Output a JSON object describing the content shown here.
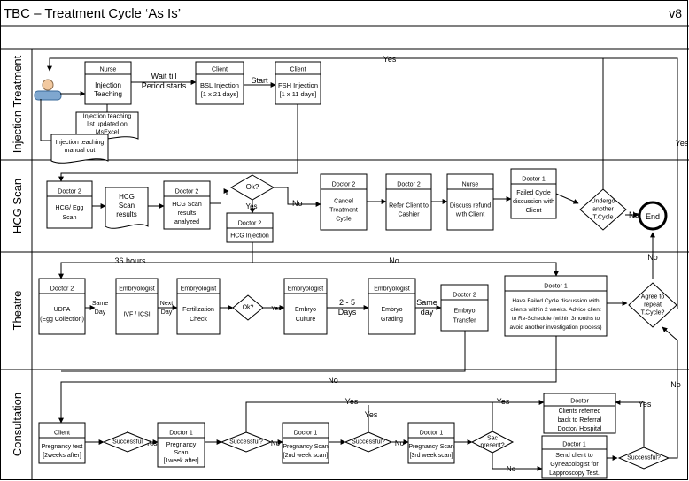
{
  "title": "TBC – Treatment Cycle ‘As Is’",
  "version": "v8",
  "lanes": [
    "Injection Treatment",
    "HCG Scan",
    "Theatre",
    "Consultation"
  ],
  "nodes": {
    "nurse_inj": {
      "role": "Nurse",
      "lines": [
        "Injection",
        "Teaching"
      ]
    },
    "client_bsl": {
      "role": "Client",
      "lines": [
        "BSL Injection",
        "[1 x 21 days]"
      ]
    },
    "client_fsh": {
      "role": "Client",
      "lines": [
        "FSH Injection",
        "[1 x 11 days]"
      ]
    },
    "doc_list": {
      "lines": [
        "Injection teaching",
        "list updated on",
        "MsExcel"
      ]
    },
    "doc_manual": {
      "lines": [
        "Injection teaching",
        "manual out"
      ]
    },
    "d2_hcg_egg": {
      "role": "Doctor 2",
      "lines": [
        "HCG/ Egg",
        "Scan"
      ]
    },
    "doc_hcg_results": {
      "lines": [
        "HCG",
        "Scan",
        "results"
      ]
    },
    "d2_analyzed": {
      "role": "Doctor 2",
      "lines": [
        "HCG Scan",
        "results",
        "analyzed"
      ]
    },
    "dec_ok1": {
      "lines": [
        "Ok?"
      ]
    },
    "d2_hcg_inj": {
      "role": "Doctor 2",
      "lines": [
        "HCG Injection"
      ]
    },
    "d2_cancel": {
      "role": "Doctor 2",
      "lines": [
        "Cancel",
        "Treatment",
        "Cycle"
      ]
    },
    "d2_refer": {
      "role": "Doctor 2",
      "lines": [
        "Refer Client to",
        "Cashier"
      ]
    },
    "nurse_refund": {
      "role": "Nurse",
      "lines": [
        "Discuss refund",
        "with Client"
      ]
    },
    "d1_failed": {
      "role": "Doctor 1",
      "lines": [
        "Failed Cycle",
        "discussion with",
        "Client"
      ]
    },
    "dec_undergo": {
      "lines": [
        "Undergo",
        "another",
        "T.Cycle"
      ]
    },
    "end": {
      "lines": [
        "End"
      ]
    },
    "d2_udfa": {
      "role": "Doctor 2",
      "lines": [
        "UDFA",
        "(Egg Collection)"
      ]
    },
    "emb_ivf": {
      "role": "Embryologist",
      "lines": [
        "IVF /  ICSI"
      ]
    },
    "emb_fert": {
      "role": "Embryologist",
      "lines": [
        "Fertilization",
        "Check"
      ]
    },
    "dec_ok2": {
      "lines": [
        "Ok?"
      ]
    },
    "emb_culture": {
      "role": "Embryologist",
      "lines": [
        "Embryo",
        "Culture"
      ]
    },
    "emb_grading": {
      "role": "Embryologist",
      "lines": [
        "Embryo",
        "Grading"
      ]
    },
    "d2_transfer": {
      "role": "Doctor 2",
      "lines": [
        "Embryo",
        "Transfer"
      ]
    },
    "d1_failed2": {
      "role": "Doctor 1",
      "lines": [
        "Have Failed Cycle discussion with",
        "clients within 2 weeks. Advice client",
        "to Re-Schedule (within 3months to",
        "avoid another investigation process)"
      ]
    },
    "dec_agree": {
      "lines": [
        "Agree to",
        "repeat",
        "T.Cycle?"
      ]
    },
    "client_preg": {
      "role": "Client",
      "lines": [
        "Pregnancy test",
        "[2weeks after]"
      ]
    },
    "dec_succ1": {
      "lines": [
        "Successful"
      ]
    },
    "d1_scan1": {
      "role": "Doctor 1",
      "lines": [
        "Pregnancy",
        "Scan",
        "[1week after]"
      ]
    },
    "dec_succ2": {
      "lines": [
        "Successful?"
      ]
    },
    "d1_scan2": {
      "role": "Doctor 1",
      "lines": [
        "Pregnancy Scan",
        "[2nd week scan]"
      ]
    },
    "dec_succ3": {
      "lines": [
        "Successful?"
      ]
    },
    "d1_scan3": {
      "role": "Doctor 1",
      "lines": [
        "Pregnancy Scan",
        "[3rd week scan]"
      ]
    },
    "dec_sac": {
      "lines": [
        "Sac",
        "present?"
      ]
    },
    "doctor_ref": {
      "role": "Doctor",
      "lines": [
        "Clients referred",
        "back to Referral",
        "Doctor/ Hospital"
      ]
    },
    "d1_gyn": {
      "role": "Doctor 1",
      "lines": [
        "Send client to",
        "Gyneacologist for",
        "Lapproscopy Test."
      ]
    },
    "dec_succ4": {
      "lines": [
        "Successful?"
      ]
    }
  },
  "edge_labels": {
    "yes_top": "Yes",
    "yes_right": "Yes",
    "wait": [
      "Wait till",
      "Period starts"
    ],
    "start": "Start",
    "no_cancel": "No",
    "yes_ok1": "Yes",
    "no_undergo": "No",
    "no_agree": "No",
    "hours36": "36 hours",
    "no_theatre": "No",
    "same_day": [
      "Same",
      "Day"
    ],
    "next_day": [
      "Next",
      "Day"
    ],
    "yes_ok2": "Yes",
    "days25": [
      "2 - 5",
      "Days"
    ],
    "same_day2": [
      "Same",
      "day"
    ],
    "no_consult": "No",
    "no_right": "No",
    "yes_succ1": "Yes",
    "yes_top2": "Yes",
    "yes_up": "Yes",
    "yes_sac": "Yes",
    "yes_ref": "Yes",
    "no_succ2": "No",
    "no_succ3": "No",
    "no_sac": "No"
  }
}
